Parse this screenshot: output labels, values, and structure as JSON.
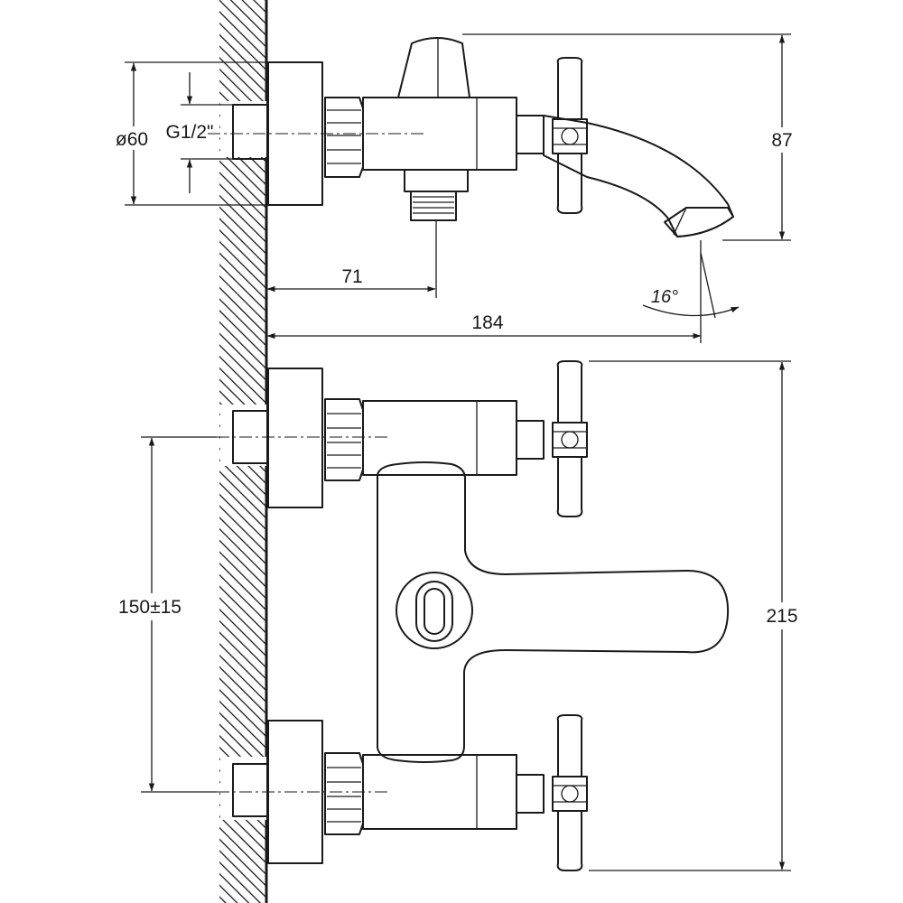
{
  "dimensions": {
    "diameter": "ø60",
    "thread": "G1/2\"",
    "inlet_to_diverter": "71",
    "total_projection": "184",
    "spout_height": "87",
    "spout_angle": "16°",
    "inlet_spacing": "150±15",
    "total_height": "215"
  },
  "colors": {
    "line": "#1a1a1a",
    "background": "#ffffff"
  }
}
